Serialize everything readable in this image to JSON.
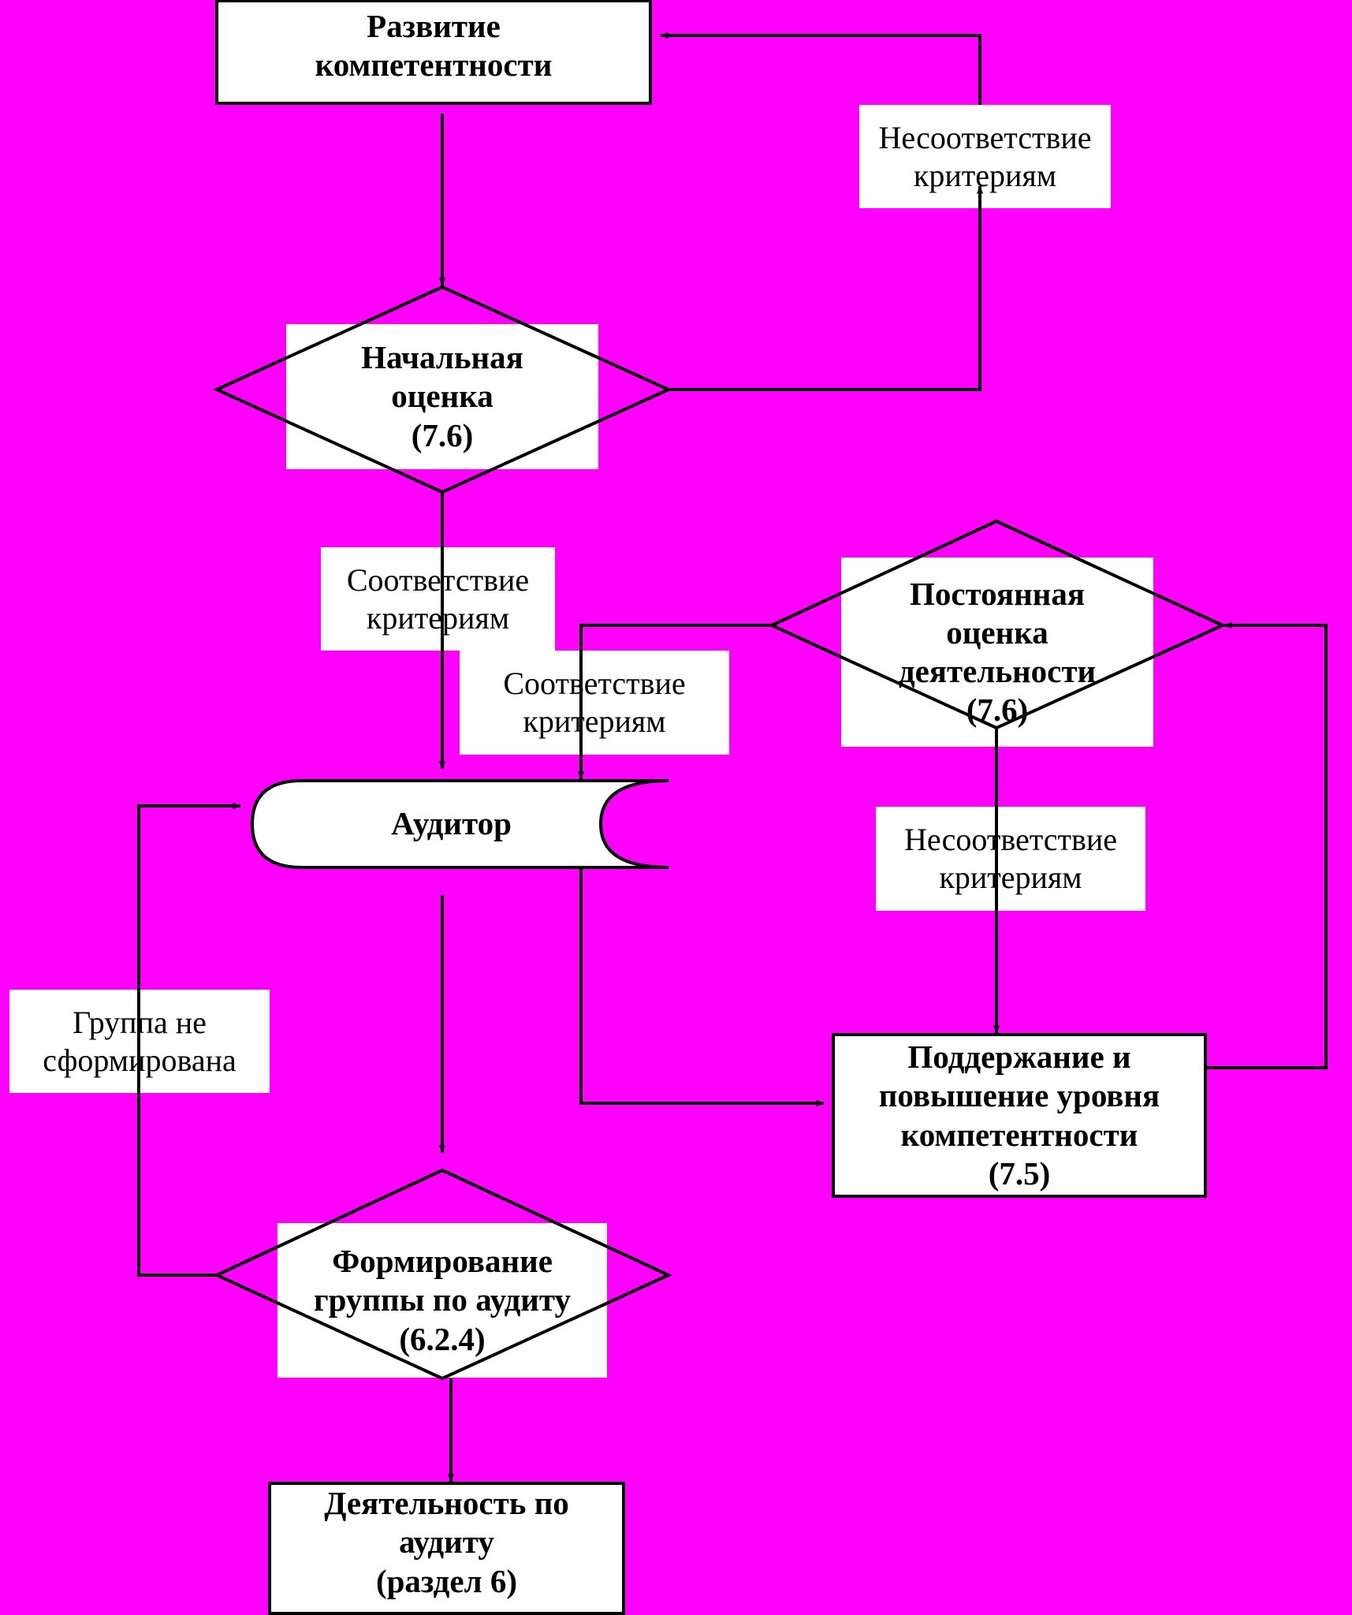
{
  "colors": {
    "background": "#ff00ff",
    "box_fill": "#ffffff",
    "stroke": "#000000"
  },
  "nodes": {
    "competence_dev": [
      "Развитие",
      "компетентности"
    ],
    "initial_eval": [
      "Начальная",
      "оценка",
      "(7.6)"
    ],
    "continuous_eval": [
      "Постоянная",
      "оценка",
      "деятельности",
      "(7.6)"
    ],
    "auditor": [
      "Аудитор"
    ],
    "maintain": [
      "Поддержание и",
      "повышение уровня",
      "компетентности",
      "(7.5)"
    ],
    "team_forming": [
      "Формирование",
      "группы по аудиту",
      "(6.2.4)"
    ],
    "audit_activity": [
      "Деятельность по",
      "аудиту",
      "(раздел 6)"
    ]
  },
  "edge_labels": {
    "noncomp_top": [
      "Несоответствие",
      "критериям"
    ],
    "comp_left": [
      "Соответствие",
      "критериям"
    ],
    "comp_mid": [
      "Соответствие",
      "критериям"
    ],
    "noncomp_right": [
      "Несоответствие",
      "критериям"
    ],
    "group_not_formed": [
      "Группа не",
      "сформирована"
    ]
  }
}
